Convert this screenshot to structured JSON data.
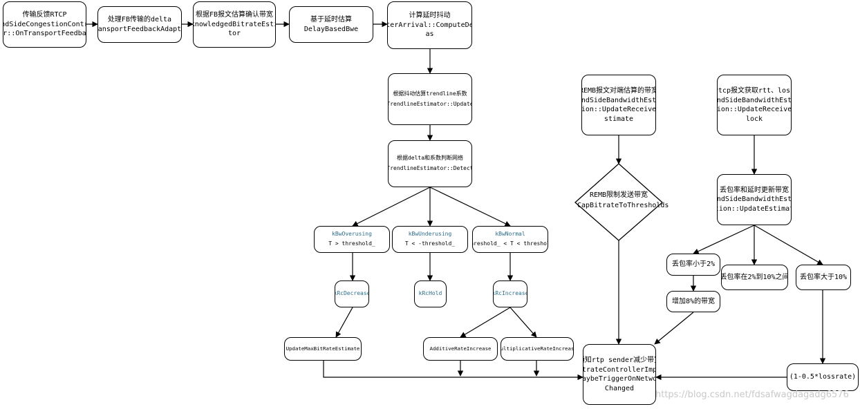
{
  "nodes": {
    "n1": {
      "l1": "传输反馈RTCP",
      "l2": "SendSideCongestionControl",
      "l3": "ler::OnTransportFeedback"
    },
    "n2": {
      "l1": "处理FB传输的delta",
      "l2": "TransportFeedbackAdapter"
    },
    "n3": {
      "l1": "根据FB报文估算确认带宽",
      "l2": "AcknowledgedBitrateEstima",
      "l3": "tor"
    },
    "n4": {
      "l1": "基于延时估算",
      "l2": "DelayBasedBwe"
    },
    "n5": {
      "l1": "计算延时抖动",
      "l2": "InterArrival::ComputeDelt",
      "l3": "as"
    },
    "n6": {
      "l1": "根据抖动估算trendline系数",
      "l2": "TrendlineEstimator::Update"
    },
    "n7": {
      "l1": "根据delta和系数判断网络",
      "l2": "TrendlineEstimator::Detect"
    },
    "n8": {
      "l1": "kBwOverusing",
      "l2": "T > threshold_"
    },
    "n9": {
      "l1": "kBwUnderusing",
      "l2": "T < -threshold_"
    },
    "n10": {
      "l1": "kBwNormal",
      "l2": "-threshold_ < T < threshold_"
    },
    "n11": {
      "l1": "kRcDecrease"
    },
    "n12": {
      "l1": "kRcHold"
    },
    "n13": {
      "l1": "kRcIncrease"
    },
    "n14": {
      "l1": "UpdateMaxBitRateEstimate"
    },
    "n15": {
      "l1": "AdditiveRateIncrease"
    },
    "n16": {
      "l1": "MultiplicativeRateIncrease"
    },
    "n17": {
      "l1": "REMB报文对端估算的带宽",
      "l2": "SendSideBandwidthEstim",
      "l3": "ation::UpdateReceiverE",
      "l4": "stimate"
    },
    "n18": {
      "l1": "REMB限制发送带宽",
      "l2": "CapBitrateToThresholds"
    },
    "n19": {
      "l1": "rtcp报文获取rtt、loss",
      "l2": "SendSideBandwidthEstim",
      "l3": "ation::UpdateReceiverB",
      "l4": "lock"
    },
    "n20": {
      "l1": "丢包率和延时更新带宽",
      "l2": "SendSideBandwidthEstim",
      "l3": "ation::UpdateEstimate"
    },
    "n21": {
      "l1": "丢包率小于2%"
    },
    "n22": {
      "l1": "丢包率在2%到10%之间"
    },
    "n23": {
      "l1": "丢包率大于10%"
    },
    "n24": {
      "l1": "增加8%的带宽"
    },
    "n25": {
      "l1": "(1-0.5*lossrate)"
    },
    "n26": {
      "l1": "通知rtp sender减少带宽",
      "l2": "BitrateControllerImpl:",
      "l3": ":MaybeTriggerOnNetwork",
      "l4": "Changed"
    }
  },
  "watermark": "https://blog.csdn.net/fdsafwagdagadg6576"
}
